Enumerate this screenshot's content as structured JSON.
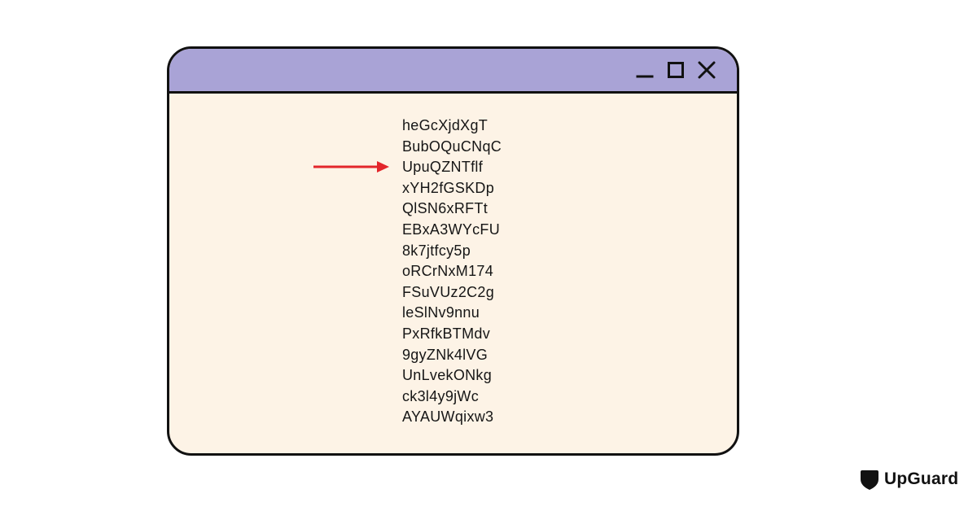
{
  "window": {
    "controls": [
      {
        "icon": "minimize-icon"
      },
      {
        "icon": "maximize-icon"
      },
      {
        "icon": "close-icon"
      }
    ],
    "lines": [
      "heGcXjdXgT",
      "BubOQuCNqC",
      "UpuQZNTflf",
      "xYH2fGSKDp",
      "QlSN6xRFTt",
      "EBxA3WYcFU",
      "8k7jtfcy5p",
      "oRCrNxM174",
      "FSuVUz2C2g",
      "leSlNv9nnu",
      "PxRfkBTMdv",
      "9gyZNk4lVG",
      "UnLvekONkg",
      "ck3l4y9jWc",
      "AYAUWqixw3"
    ],
    "highlighted_index": 2
  },
  "brand": {
    "name": "UpGuard",
    "icon": "shield-logo-icon"
  },
  "colors": {
    "titlebar": "#a9a3d6",
    "window_body": "#fdf3e6",
    "border": "#111111",
    "arrow": "#e3262b",
    "text": "#161616"
  }
}
